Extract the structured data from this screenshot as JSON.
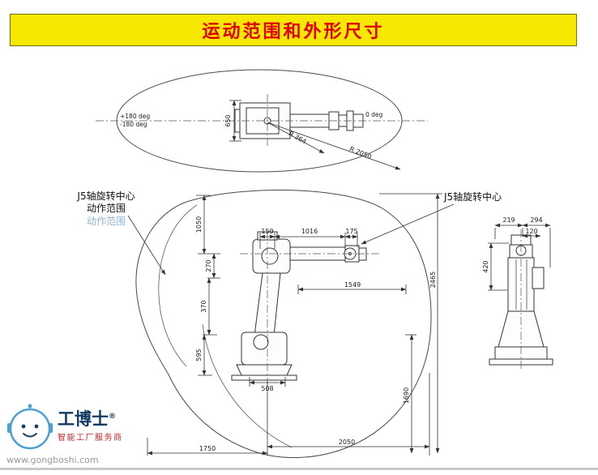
{
  "header": {
    "title": "运动范围和外形尺寸"
  },
  "top_view": {
    "plus_deg": "+180 deg",
    "minus_deg": "-180 deg",
    "zero_deg": "0 deg",
    "radius_inner": "R 364",
    "radius_outer": "R 2050",
    "dim_width": "650"
  },
  "side_view": {
    "label_left_line1": "J5轴旋转中心",
    "label_left_line2": "动作范围",
    "label_left_line3": "动作范围",
    "label_right": "J5轴旋转中心",
    "dims": {
      "top_a": "150",
      "top_b": "1016",
      "top_c": "175",
      "left_upper": "1050",
      "left_mid_small": "270",
      "left_mid": "370",
      "left_lower": "595",
      "base_width": "508",
      "mid_reach": "1549",
      "right_total": "2465",
      "right_lower": "1690",
      "bottom_rear": "1750",
      "bottom_front": "2050"
    }
  },
  "rear_view": {
    "dims": {
      "width_a": "219",
      "width_b": "294",
      "width_c": "120",
      "height": "420"
    }
  },
  "logo": {
    "brand": "工博士",
    "registered": "®",
    "tagline": "智能工厂服务商",
    "website": "www.gongboshi.com"
  }
}
